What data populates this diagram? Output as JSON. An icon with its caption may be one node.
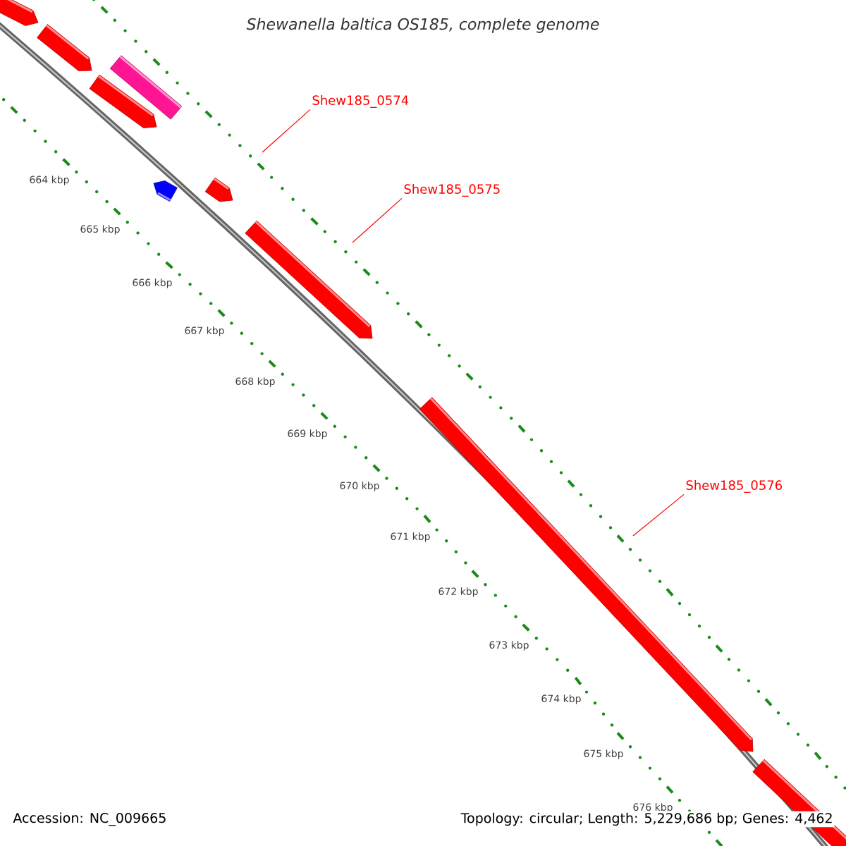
{
  "diagram": {
    "title": "Shewanella baltica OS185, complete genome",
    "nodes": [
      {
        "text": [
          "Shew185_0574"
        ]
      },
      {
        "text": [
          "Shew185_0575"
        ]
      },
      {
        "text": [
          "Shew185_0576"
        ]
      }
    ],
    "edges": [
      {
        "from": 0,
        "to": null,
        "arrow": "none"
      },
      {
        "from": 1,
        "to": null,
        "arrow": "none"
      },
      {
        "from": 2,
        "to": null,
        "arrow": "none"
      }
    ],
    "labels": [
      "664 kbp",
      "665 kbp",
      "666 kbp",
      "667 kbp",
      "668 kbp",
      "669 kbp",
      "670 kbp",
      "671 kbp",
      "672 kbp",
      "673 kbp",
      "674 kbp",
      "675 kbp",
      "676 kbp",
      "Accession: NC_009665",
      "Topology: circular; Length: 5,229,686 bp; Genes: 4,462"
    ]
  }
}
